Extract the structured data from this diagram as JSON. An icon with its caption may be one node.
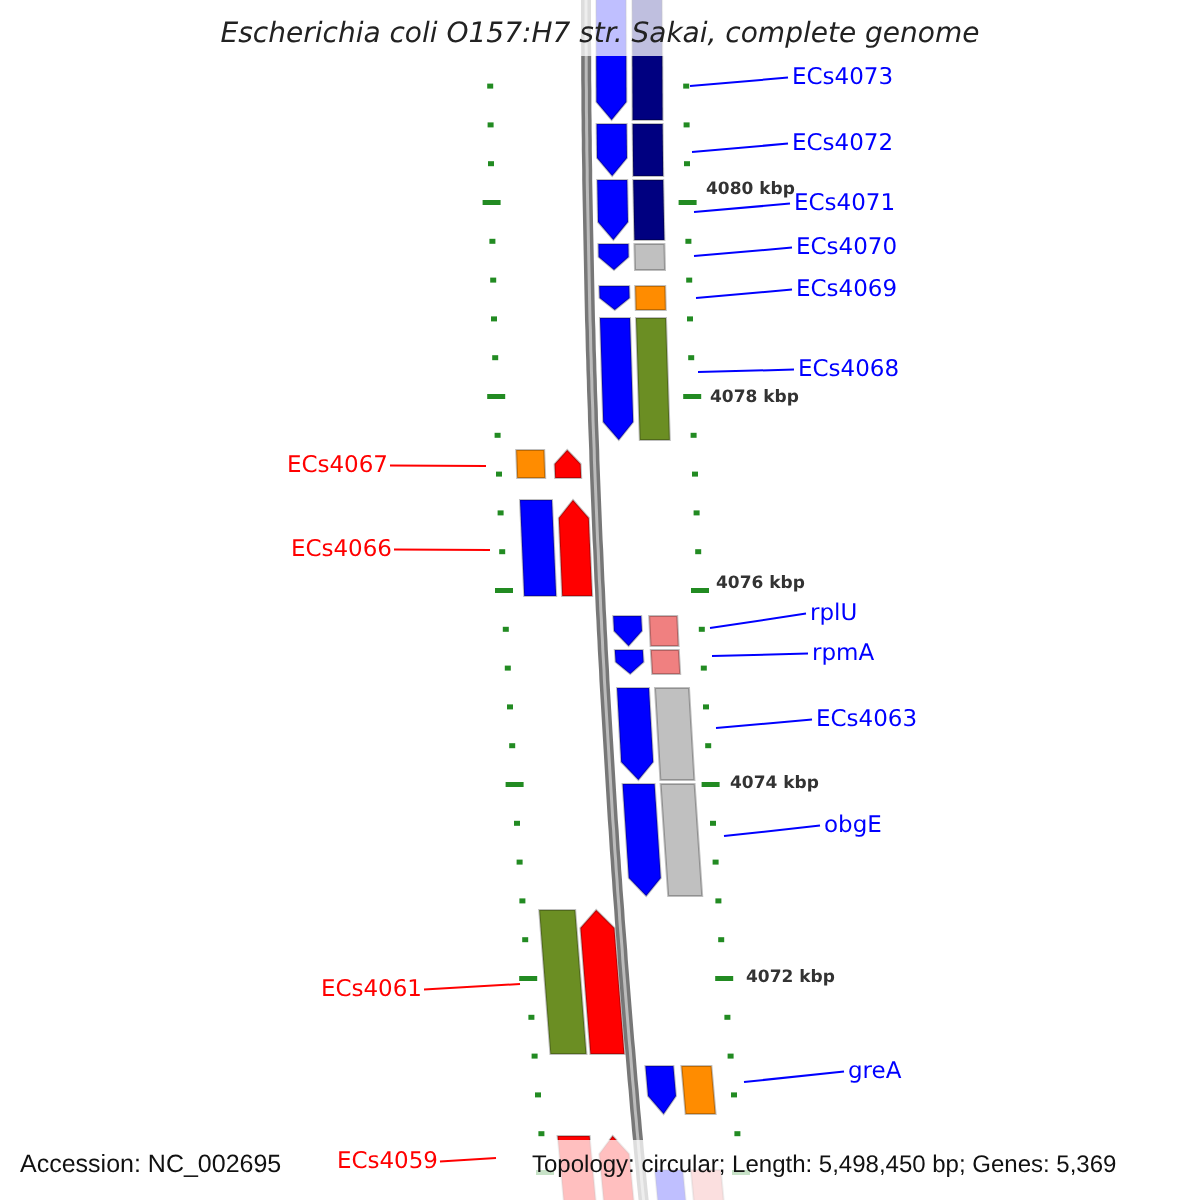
{
  "diagram": {
    "title": "Escherichia coli O157:H7 str. Sakai, complete genome",
    "nodes": [
      {
        "text": [
          "ECs4073"
        ]
      },
      {
        "text": [
          "ECs4072"
        ]
      },
      {
        "text": [
          "ECs4071"
        ]
      },
      {
        "text": [
          "ECs4070"
        ]
      },
      {
        "text": [
          "ECs4069"
        ]
      },
      {
        "text": [
          "ECs4068"
        ]
      },
      {
        "text": [
          "ECs4067"
        ]
      },
      {
        "text": [
          "ECs4066"
        ]
      },
      {
        "text": [
          "rplU"
        ]
      },
      {
        "text": [
          "rpmA"
        ]
      },
      {
        "text": [
          "ECs4063"
        ]
      },
      {
        "text": [
          "obgE"
        ]
      },
      {
        "text": [
          "ECs4061"
        ]
      },
      {
        "text": [
          "greA"
        ]
      },
      {
        "text": [
          "ECs4059"
        ]
      }
    ],
    "edges": [
      {
        "from": 0,
        "to": null,
        "arrow": "none"
      },
      {
        "from": 1,
        "to": null,
        "arrow": "none"
      },
      {
        "from": 2,
        "to": null,
        "arrow": "none"
      },
      {
        "from": 3,
        "to": null,
        "arrow": "none"
      },
      {
        "from": 4,
        "to": null,
        "arrow": "none"
      },
      {
        "from": 5,
        "to": null,
        "arrow": "none"
      },
      {
        "from": 6,
        "to": null,
        "arrow": "none",
        "color": "#ff0000"
      },
      {
        "from": 7,
        "to": null,
        "arrow": "none",
        "color": "#ff0000"
      },
      {
        "from": 8,
        "to": null,
        "arrow": "none"
      },
      {
        "from": 9,
        "to": null,
        "arrow": "none"
      },
      {
        "from": 10,
        "to": null,
        "arrow": "none"
      },
      {
        "from": 11,
        "to": null,
        "arrow": "none"
      },
      {
        "from": 12,
        "to": null,
        "arrow": "none",
        "color": "#ff0000"
      },
      {
        "from": 13,
        "to": null,
        "arrow": "none"
      },
      {
        "from": 14,
        "to": null,
        "arrow": "none",
        "color": "#ff0000"
      }
    ],
    "labels": [
      "4080 kbp",
      "4078 kbp",
      "4076 kbp",
      "4074 kbp",
      "4072 kbp",
      "Accession: NC_002695",
      "Topology: circular; Length: 5,498,450 bp; Genes: 5,369"
    ]
  }
}
